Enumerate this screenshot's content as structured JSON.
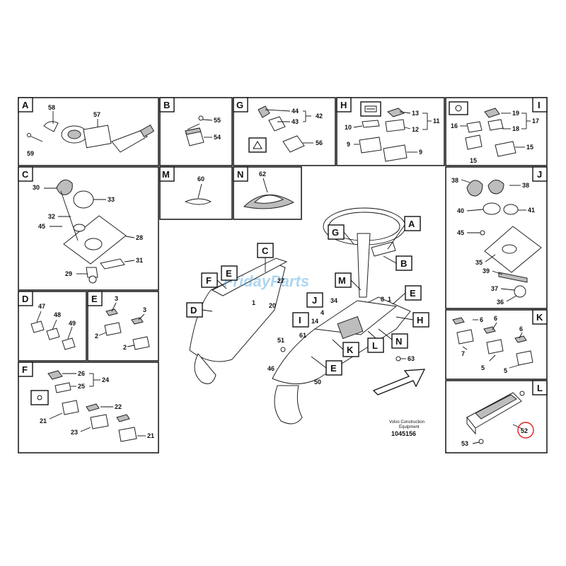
{
  "panels": {
    "A": {
      "tag": "A",
      "labels": [
        "58",
        "57",
        "59"
      ]
    },
    "B": {
      "tag": "B",
      "labels": [
        "55",
        "54"
      ]
    },
    "G": {
      "tag": "G",
      "labels": [
        "44",
        "43",
        "42",
        "56"
      ]
    },
    "H": {
      "tag": "H",
      "labels": [
        "13",
        "10",
        "12",
        "11",
        "9",
        "9"
      ]
    },
    "I": {
      "tag": "I",
      "labels": [
        "19",
        "16",
        "18",
        "17",
        "15",
        "15"
      ]
    },
    "C": {
      "tag": "C",
      "labels": [
        "30",
        "33",
        "32",
        "45",
        "28",
        "31",
        "29"
      ]
    },
    "M": {
      "tag": "M",
      "labels": [
        "60"
      ]
    },
    "N": {
      "tag": "N",
      "labels": [
        "62"
      ]
    },
    "J": {
      "tag": "J",
      "labels": [
        "38",
        "38",
        "40",
        "41",
        "45",
        "35",
        "39",
        "37",
        "36"
      ]
    },
    "D": {
      "tag": "D",
      "labels": [
        "47",
        "48",
        "49"
      ]
    },
    "E": {
      "tag": "E",
      "labels": [
        "3",
        "3",
        "2",
        "2"
      ]
    },
    "K": {
      "tag": "K",
      "labels": [
        "6",
        "6",
        "6",
        "7",
        "5",
        "5"
      ]
    },
    "F": {
      "tag": "F",
      "labels": [
        "26",
        "24",
        "25",
        "22",
        "21",
        "23",
        "21"
      ]
    },
    "L": {
      "tag": "L",
      "labels": [
        "52",
        "53"
      ]
    }
  },
  "main": {
    "callouts": [
      "C",
      "F",
      "E",
      "D",
      "G",
      "A",
      "B",
      "M",
      "J",
      "I",
      "K",
      "L",
      "N",
      "E",
      "H",
      "E"
    ],
    "numbers": [
      "27",
      "20",
      "1",
      "51",
      "61",
      "14",
      "46",
      "50",
      "34",
      "4",
      "8",
      "1",
      "63"
    ],
    "watermark": "FridayParts",
    "caption_line1": "Volvo Construction",
    "caption_line2": "Equipment",
    "part_number": "1045156"
  }
}
